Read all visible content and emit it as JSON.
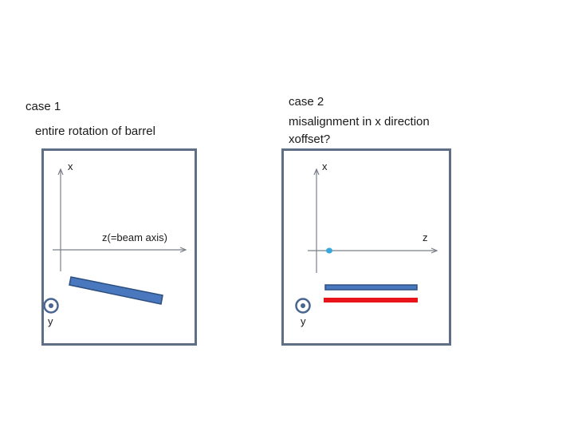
{
  "case1": {
    "title": "case 1",
    "subtitle": "entire rotation of barrel",
    "x_label": "x",
    "z_label": "z(=beam axis)",
    "y_label": "y"
  },
  "case2": {
    "title": "case 2",
    "subtitle_line1": "misalignment in x direction",
    "subtitle_line2": "xoffset?",
    "x_label": "x",
    "z_label": "z",
    "y_label": "y"
  },
  "colors": {
    "panel_border": "#5e6e86",
    "axis": "#7a7f88",
    "barrel_fill": "#4a78be",
    "barrel_stroke": "#2d4f80",
    "offset_bar": "#e8141a",
    "y_marker": "#4a6590",
    "small_marker": "#36a8de"
  }
}
